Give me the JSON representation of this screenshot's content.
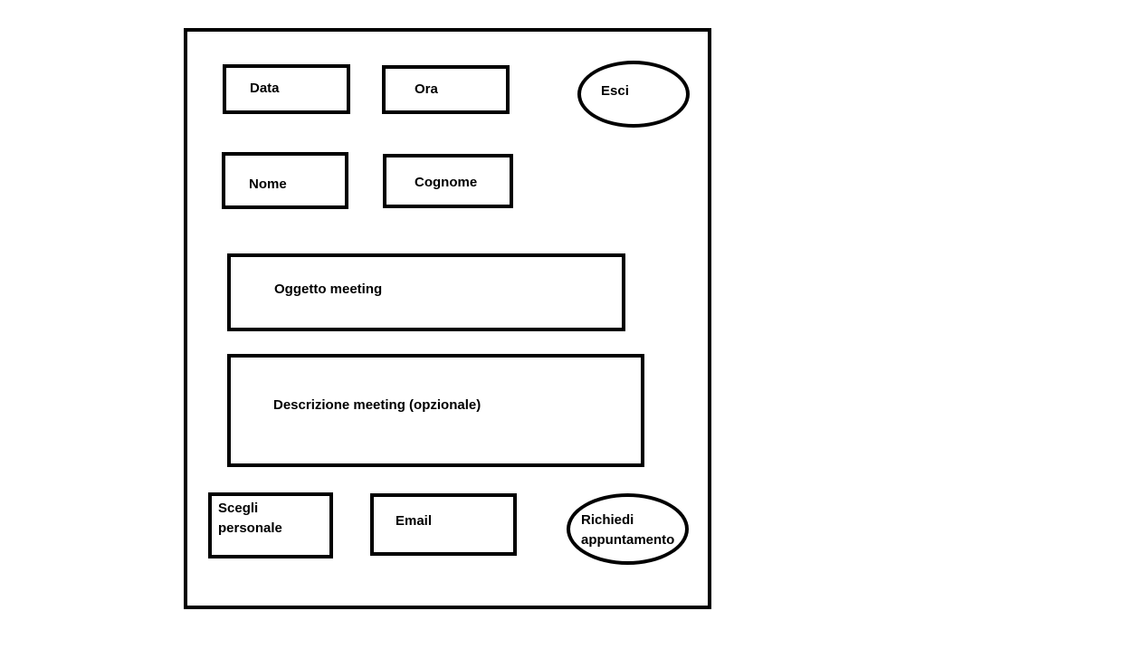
{
  "form": {
    "data_label": "Data",
    "ora_label": "Ora",
    "esci_label": "Esci",
    "nome_label": "Nome",
    "cognome_label": "Cognome",
    "oggetto_label": "Oggetto meeting",
    "descrizione_label": "Descrizione meeting (opzionale)",
    "scegli_label_line1": "Scegli",
    "scegli_label_line2": "personale",
    "email_label": "Email",
    "richiedi_label_line1": "Richiedi",
    "richiedi_label_line2": "appuntamento"
  }
}
